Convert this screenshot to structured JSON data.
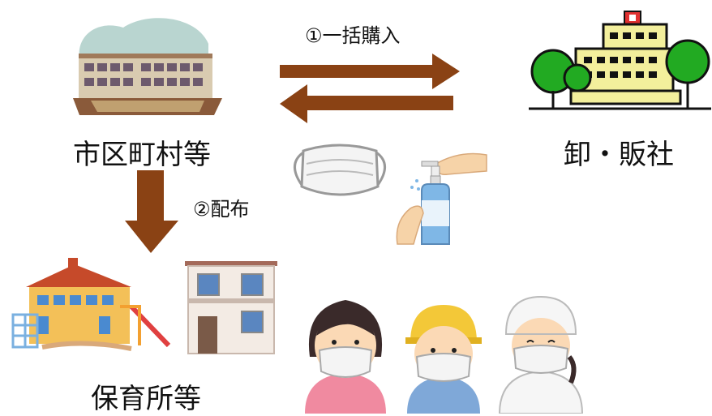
{
  "labels": {
    "municipality": "市区町村等",
    "wholesaler": "卸・販社",
    "nursery": "保育所等",
    "step1": "①一括購入",
    "step2": "②配布"
  },
  "colors": {
    "arrow": "#8a4214",
    "tree_green": "#22aa22",
    "building_yellow": "#f3ef9c",
    "ground_green": "#5fa044"
  },
  "icons": [
    "municipal-building-icon",
    "wholesaler-building-icon",
    "mask-icon",
    "hand-sanitizer-icon",
    "nursery-school-icon",
    "house-icon",
    "girl-with-mask-icon",
    "boy-with-mask-icon",
    "cook-with-mask-icon"
  ]
}
